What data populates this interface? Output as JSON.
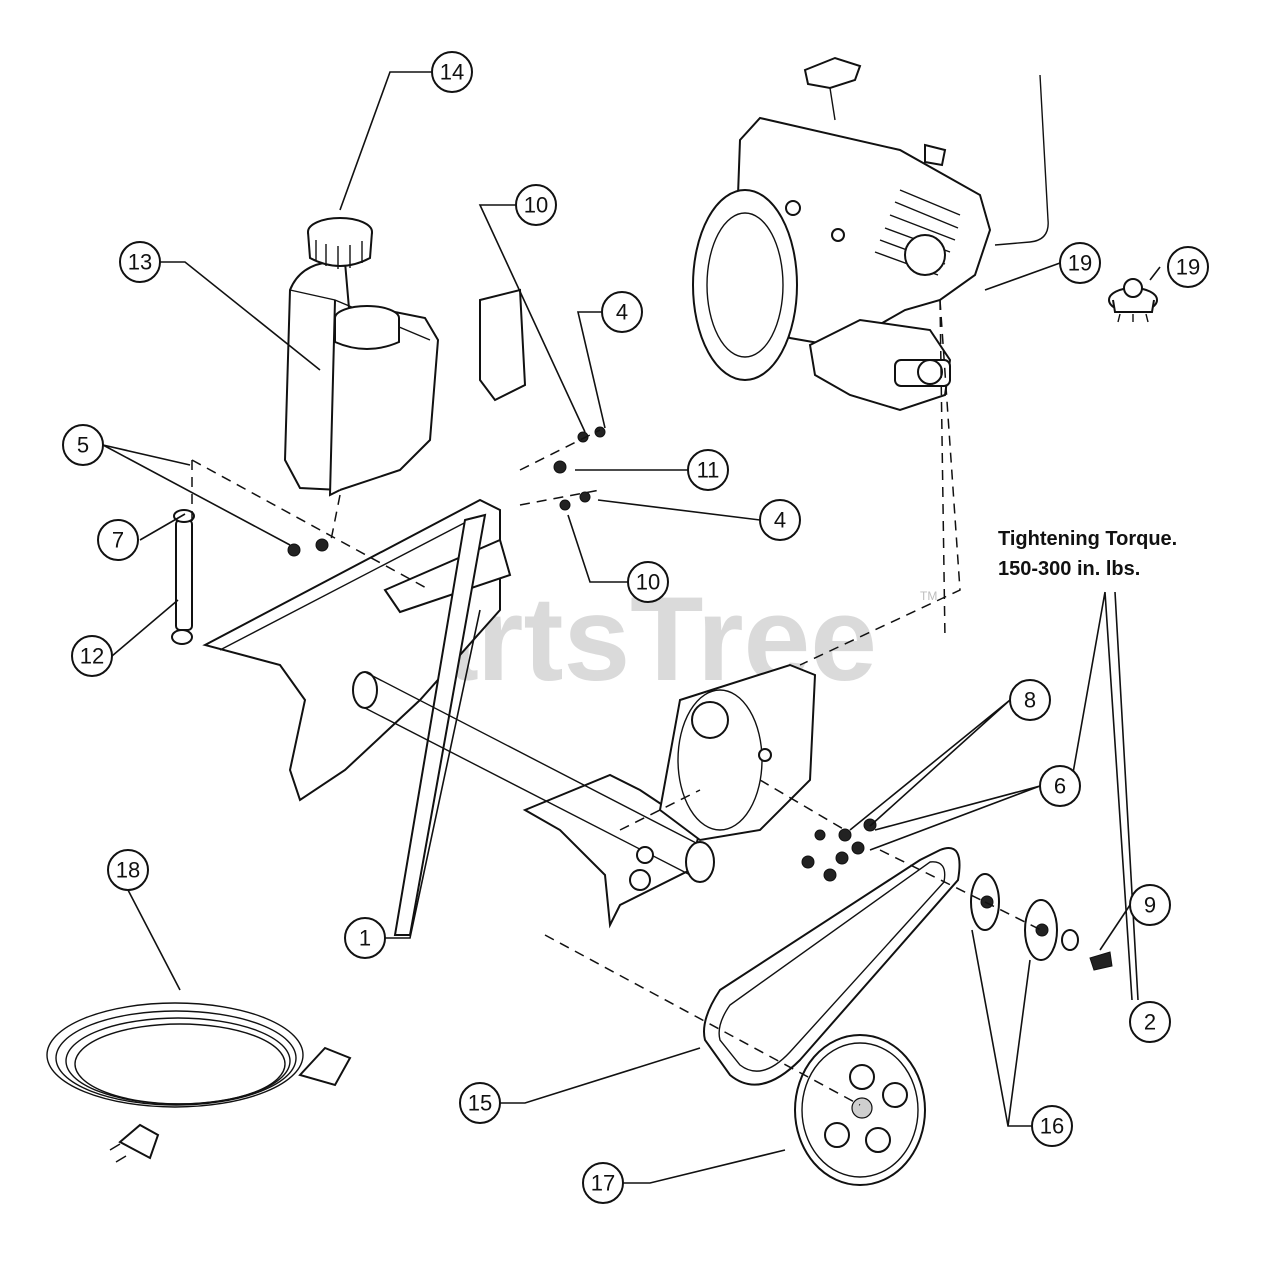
{
  "watermark": {
    "text": "PartsTree",
    "trademark": "TM"
  },
  "torque_note": {
    "line1": "Tightening Torque.",
    "line2": "150-300 in. lbs."
  },
  "callouts": {
    "c1": "1",
    "c2": "2",
    "c4a": "4",
    "c4b": "4",
    "c5": "5",
    "c6": "6",
    "c7": "7",
    "c8": "8",
    "c9": "9",
    "c10a": "10",
    "c10b": "10",
    "c11": "11",
    "c12": "12",
    "c13": "13",
    "c14": "14",
    "c15": "15",
    "c16": "16",
    "c17": "17",
    "c18": "18",
    "c19a": "19",
    "c19b": "19"
  }
}
